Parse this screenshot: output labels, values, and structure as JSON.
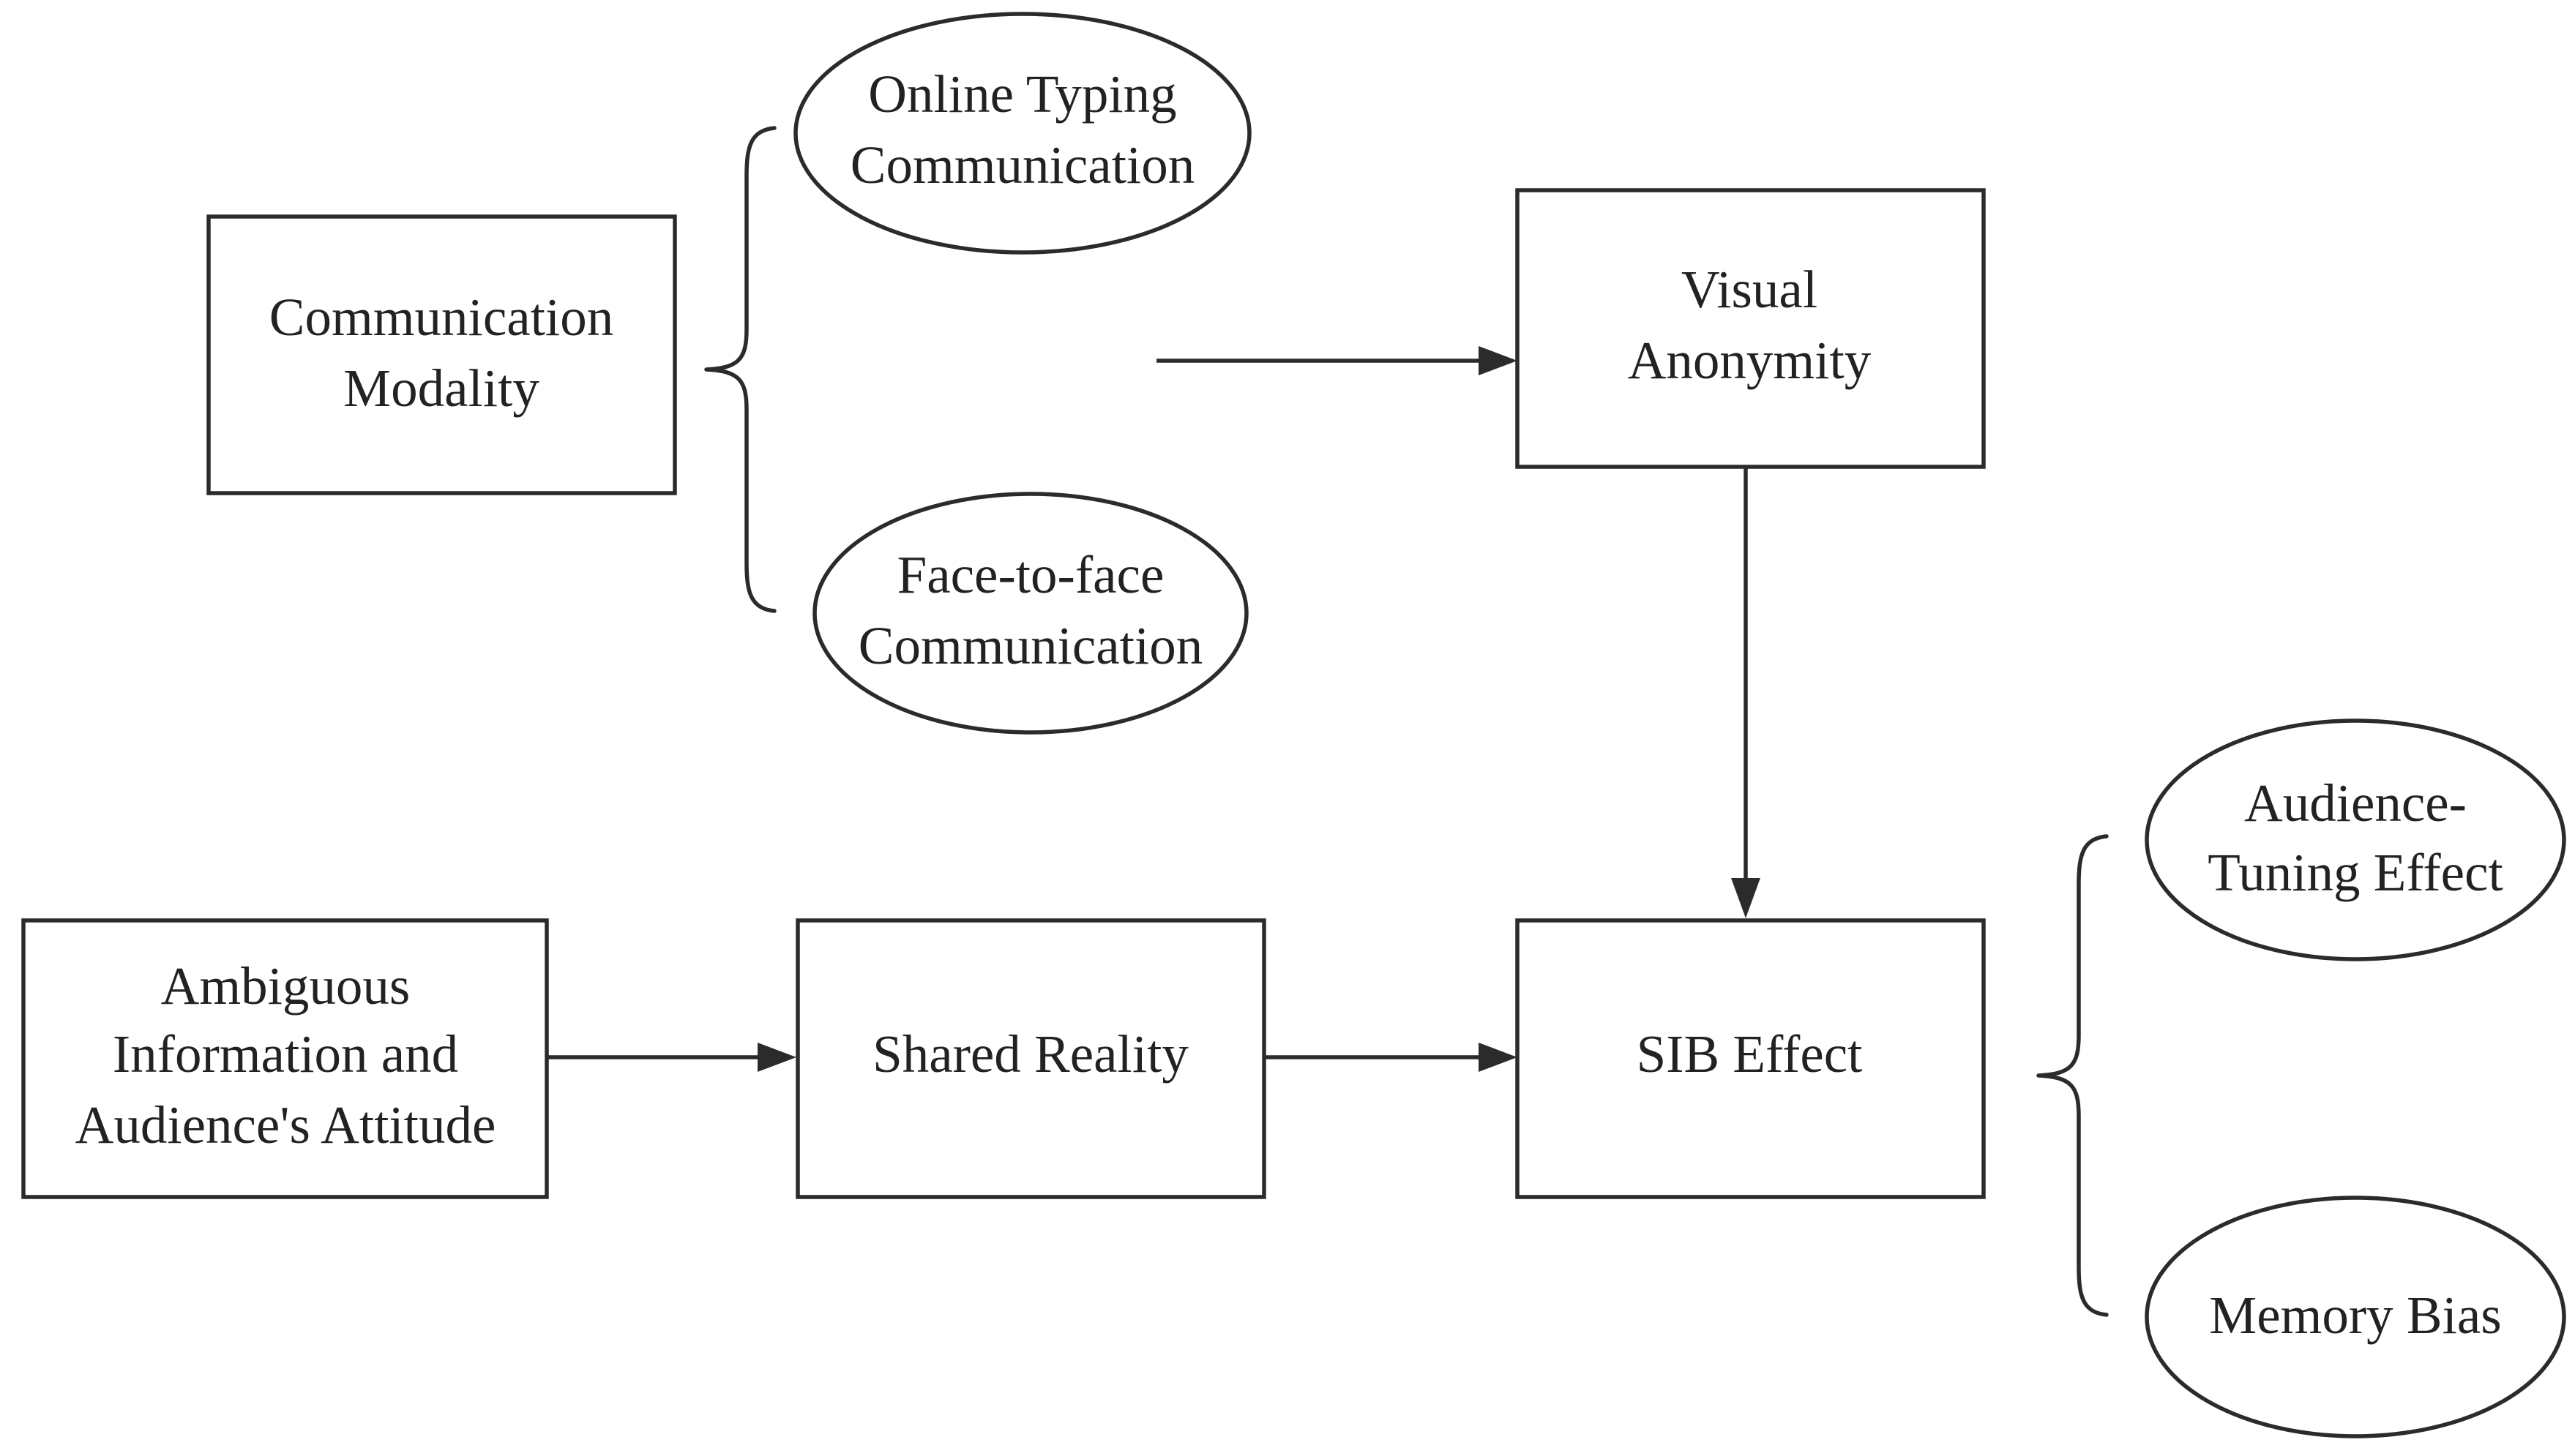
{
  "nodes": {
    "communication_modality": {
      "lines": [
        "Communication",
        "Modality"
      ]
    },
    "online_typing": {
      "lines": [
        "Online Typing",
        "Communication"
      ]
    },
    "face_to_face": {
      "lines": [
        "Face-to-face",
        "Communication"
      ]
    },
    "visual_anonymity": {
      "lines": [
        "Visual",
        "Anonymity"
      ]
    },
    "ambiguous_information": {
      "lines": [
        "Ambiguous",
        "Information and",
        "Audience's Attitude"
      ]
    },
    "shared_reality": {
      "lines": [
        "Shared Reality"
      ]
    },
    "sib_effect": {
      "lines": [
        "SIB Effect"
      ]
    },
    "audience_tuning": {
      "lines": [
        "Audience-",
        "Tuning Effect"
      ]
    },
    "memory_bias": {
      "lines": [
        "Memory Bias"
      ]
    }
  },
  "edges": [
    {
      "from": "communication_modality",
      "to": "visual_anonymity"
    },
    {
      "from": "visual_anonymity",
      "to": "sib_effect"
    },
    {
      "from": "ambiguous_information",
      "to": "shared_reality"
    },
    {
      "from": "shared_reality",
      "to": "sib_effect"
    }
  ],
  "groupings": [
    {
      "parent": "communication_modality",
      "members": [
        "online_typing",
        "face_to_face"
      ]
    },
    {
      "parent": "sib_effect",
      "members": [
        "audience_tuning",
        "memory_bias"
      ]
    }
  ]
}
